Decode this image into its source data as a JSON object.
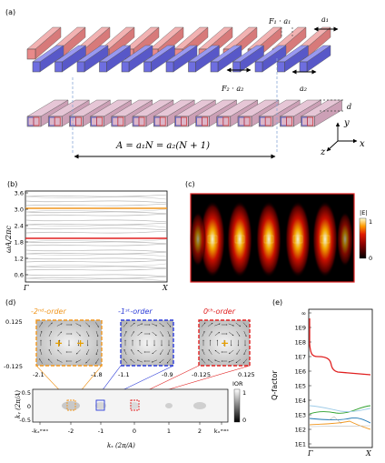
{
  "panels": {
    "a": {
      "label": "(a)",
      "f1": "F₁ · a₁",
      "a1": "a₁",
      "f2": "F₂ · a₂",
      "a2": "a₂",
      "d": "d",
      "lattice_eq": "A = a₁N = a₂(N + 1)",
      "axis_y": "y",
      "axis_z": "z",
      "axis_x": "x"
    },
    "b": {
      "label": "(b)",
      "ylabel": "ωA/2πc",
      "xlabel_left": "Γ",
      "xlabel_right": "X",
      "yticks": [
        "3.6",
        "3.0",
        "2.4",
        "1.8",
        "1.2",
        "0.6"
      ],
      "highlight_colors": {
        "upper": "#f0961e",
        "lower": "#e02020"
      }
    },
    "c": {
      "label": "(c)",
      "colorbar_title": "|E|",
      "colorbar_max": "1",
      "colorbar_min": "0"
    },
    "d": {
      "label": "(d)",
      "insets": [
        {
          "title": "-2ⁿᵈ-order",
          "color": "#f0961e",
          "xmin": "-2.1",
          "xmax": "-1.8"
        },
        {
          "title": "-1ˢᵗ-order",
          "color": "#2a3ad8",
          "xmin": "-1.1",
          "xmax": "-0.9"
        },
        {
          "title": "0ᵗʰ-order",
          "color": "#e02020",
          "xmin": "-0.125",
          "xmax": "0.125"
        }
      ],
      "inset_yticks": [
        "0.125",
        "-0.125"
      ],
      "main_yticks": [
        "0.5",
        "0",
        "-0.5"
      ],
      "main_xticks": [
        "-kₓᵐᵃˣ",
        "-2",
        "-1",
        "0",
        "1",
        "2",
        "kₓᵐᵃˣ"
      ],
      "main_xlabel": "kₓ (2π/A)",
      "main_ylabel": "kᵧ (2π/A)",
      "colorbar_title": "IOR",
      "colorbar_max": "1",
      "colorbar_min": "0"
    },
    "e": {
      "label": "(e)",
      "ylabel": "Q-factor",
      "yticks": [
        "∞",
        "1E9",
        "1E8",
        "1E7",
        "1E6",
        "1E5",
        "1E4",
        "1E3",
        "1E2",
        "1E1"
      ],
      "xlabel_left": "Γ",
      "xlabel_right": "X"
    }
  }
}
